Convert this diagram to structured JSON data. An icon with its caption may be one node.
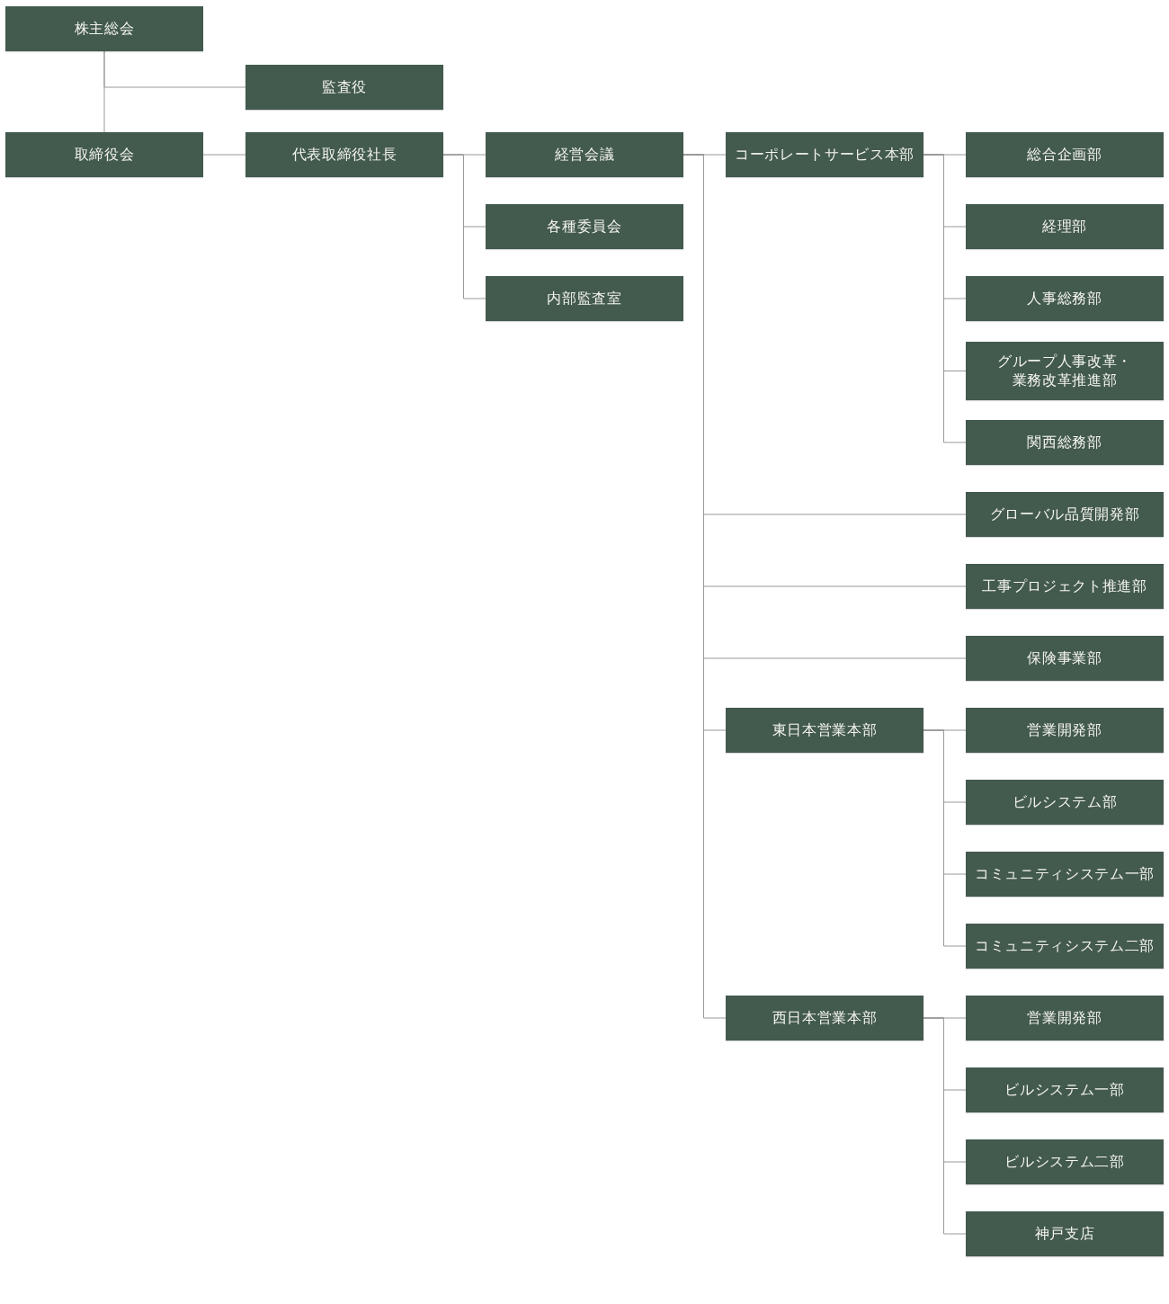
{
  "diagram": {
    "nodes": [
      {
        "text": [
          "株主総会"
        ]
      },
      {
        "text": [
          "監査役"
        ]
      },
      {
        "text": [
          "取締役会"
        ]
      },
      {
        "text": [
          "代表取締役社長"
        ]
      },
      {
        "text": [
          "経営会議"
        ]
      },
      {
        "text": [
          "各種委員会"
        ]
      },
      {
        "text": [
          "内部監査室"
        ]
      },
      {
        "text": [
          "コーポレートサービス本部"
        ]
      },
      {
        "text": [
          "総合企画部"
        ]
      },
      {
        "text": [
          "経理部"
        ]
      },
      {
        "text": [
          "人事総務部"
        ]
      },
      {
        "text": [
          "グループ人事改革・業務改革推進部"
        ]
      },
      {
        "text": [
          "関西総務部"
        ]
      },
      {
        "text": [
          "グローバル品質開発部"
        ]
      },
      {
        "text": [
          "工事プロジェクト推進部"
        ]
      },
      {
        "text": [
          "保険事業部"
        ]
      },
      {
        "text": [
          "東日本営業本部"
        ]
      },
      {
        "text": [
          "営業開発部"
        ]
      },
      {
        "text": [
          "ビルシステム部"
        ]
      },
      {
        "text": [
          "コミュニティシステム一部"
        ]
      },
      {
        "text": [
          "コミュニティシステム二部"
        ]
      },
      {
        "text": [
          "西日本営業本部"
        ]
      },
      {
        "text": [
          "営業開発部"
        ]
      },
      {
        "text": [
          "ビルシステム一部"
        ]
      },
      {
        "text": [
          "ビルシステム二部"
        ]
      },
      {
        "text": [
          "神戸支店"
        ]
      }
    ],
    "edges": [
      {
        "from": 0,
        "to": 2,
        "arrow": "none"
      },
      {
        "from": 0,
        "to": 1,
        "arrow": "none"
      },
      {
        "from": 2,
        "to": 3,
        "arrow": "none"
      },
      {
        "from": 3,
        "to": 4,
        "arrow": "none"
      },
      {
        "from": 3,
        "to": 5,
        "arrow": "none"
      },
      {
        "from": 3,
        "to": 6,
        "arrow": "none"
      },
      {
        "from": 4,
        "to": 7,
        "arrow": "none"
      },
      {
        "from": 4,
        "to": 13,
        "arrow": "none"
      },
      {
        "from": 4,
        "to": 14,
        "arrow": "none"
      },
      {
        "from": 4,
        "to": 15,
        "arrow": "none"
      },
      {
        "from": 4,
        "to": 16,
        "arrow": "none"
      },
      {
        "from": 4,
        "to": 21,
        "arrow": "none"
      },
      {
        "from": 7,
        "to": 8,
        "arrow": "none"
      },
      {
        "from": 7,
        "to": 9,
        "arrow": "none"
      },
      {
        "from": 7,
        "to": 10,
        "arrow": "none"
      },
      {
        "from": 7,
        "to": 11,
        "arrow": "none"
      },
      {
        "from": 7,
        "to": 12,
        "arrow": "none"
      },
      {
        "from": 16,
        "to": 17,
        "arrow": "none"
      },
      {
        "from": 16,
        "to": 18,
        "arrow": "none"
      },
      {
        "from": 16,
        "to": 19,
        "arrow": "none"
      },
      {
        "from": 16,
        "to": 20,
        "arrow": "none"
      },
      {
        "from": 21,
        "to": 22,
        "arrow": "none"
      },
      {
        "from": 21,
        "to": 23,
        "arrow": "none"
      },
      {
        "from": 21,
        "to": 24,
        "arrow": "none"
      },
      {
        "from": 21,
        "to": 25,
        "arrow": "none"
      }
    ]
  }
}
